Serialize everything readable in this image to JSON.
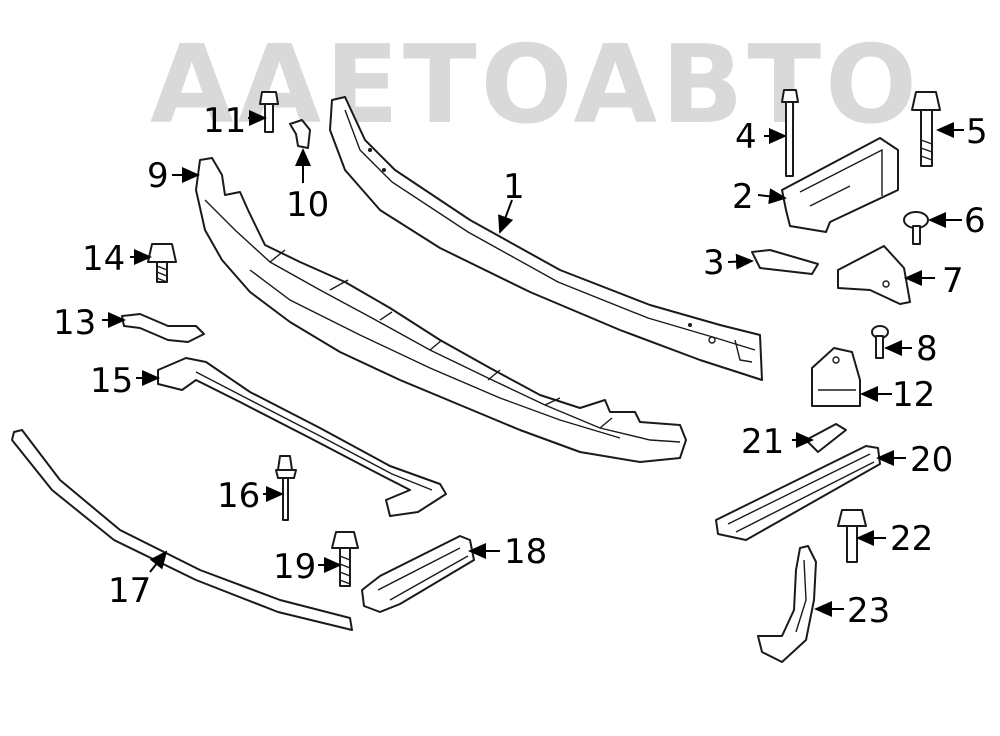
{
  "watermark": {
    "text": "AAETOABTO",
    "color": "#d9d9d9"
  },
  "colors": {
    "line": "#1a1a1a",
    "fill": "#ffffff",
    "label": "#000000"
  },
  "callouts": [
    {
      "id": "1",
      "label": "1"
    },
    {
      "id": "2",
      "label": "2"
    },
    {
      "id": "3",
      "label": "3"
    },
    {
      "id": "4",
      "label": "4"
    },
    {
      "id": "5",
      "label": "5"
    },
    {
      "id": "6",
      "label": "6"
    },
    {
      "id": "7",
      "label": "7"
    },
    {
      "id": "8",
      "label": "8"
    },
    {
      "id": "9",
      "label": "9"
    },
    {
      "id": "10",
      "label": "10"
    },
    {
      "id": "11",
      "label": "11"
    },
    {
      "id": "12",
      "label": "12"
    },
    {
      "id": "13",
      "label": "13"
    },
    {
      "id": "14",
      "label": "14"
    },
    {
      "id": "15",
      "label": "15"
    },
    {
      "id": "16",
      "label": "16"
    },
    {
      "id": "17",
      "label": "17"
    },
    {
      "id": "18",
      "label": "18"
    },
    {
      "id": "19",
      "label": "19"
    },
    {
      "id": "20",
      "label": "20"
    },
    {
      "id": "21",
      "label": "21"
    },
    {
      "id": "22",
      "label": "22"
    },
    {
      "id": "23",
      "label": "23"
    }
  ]
}
